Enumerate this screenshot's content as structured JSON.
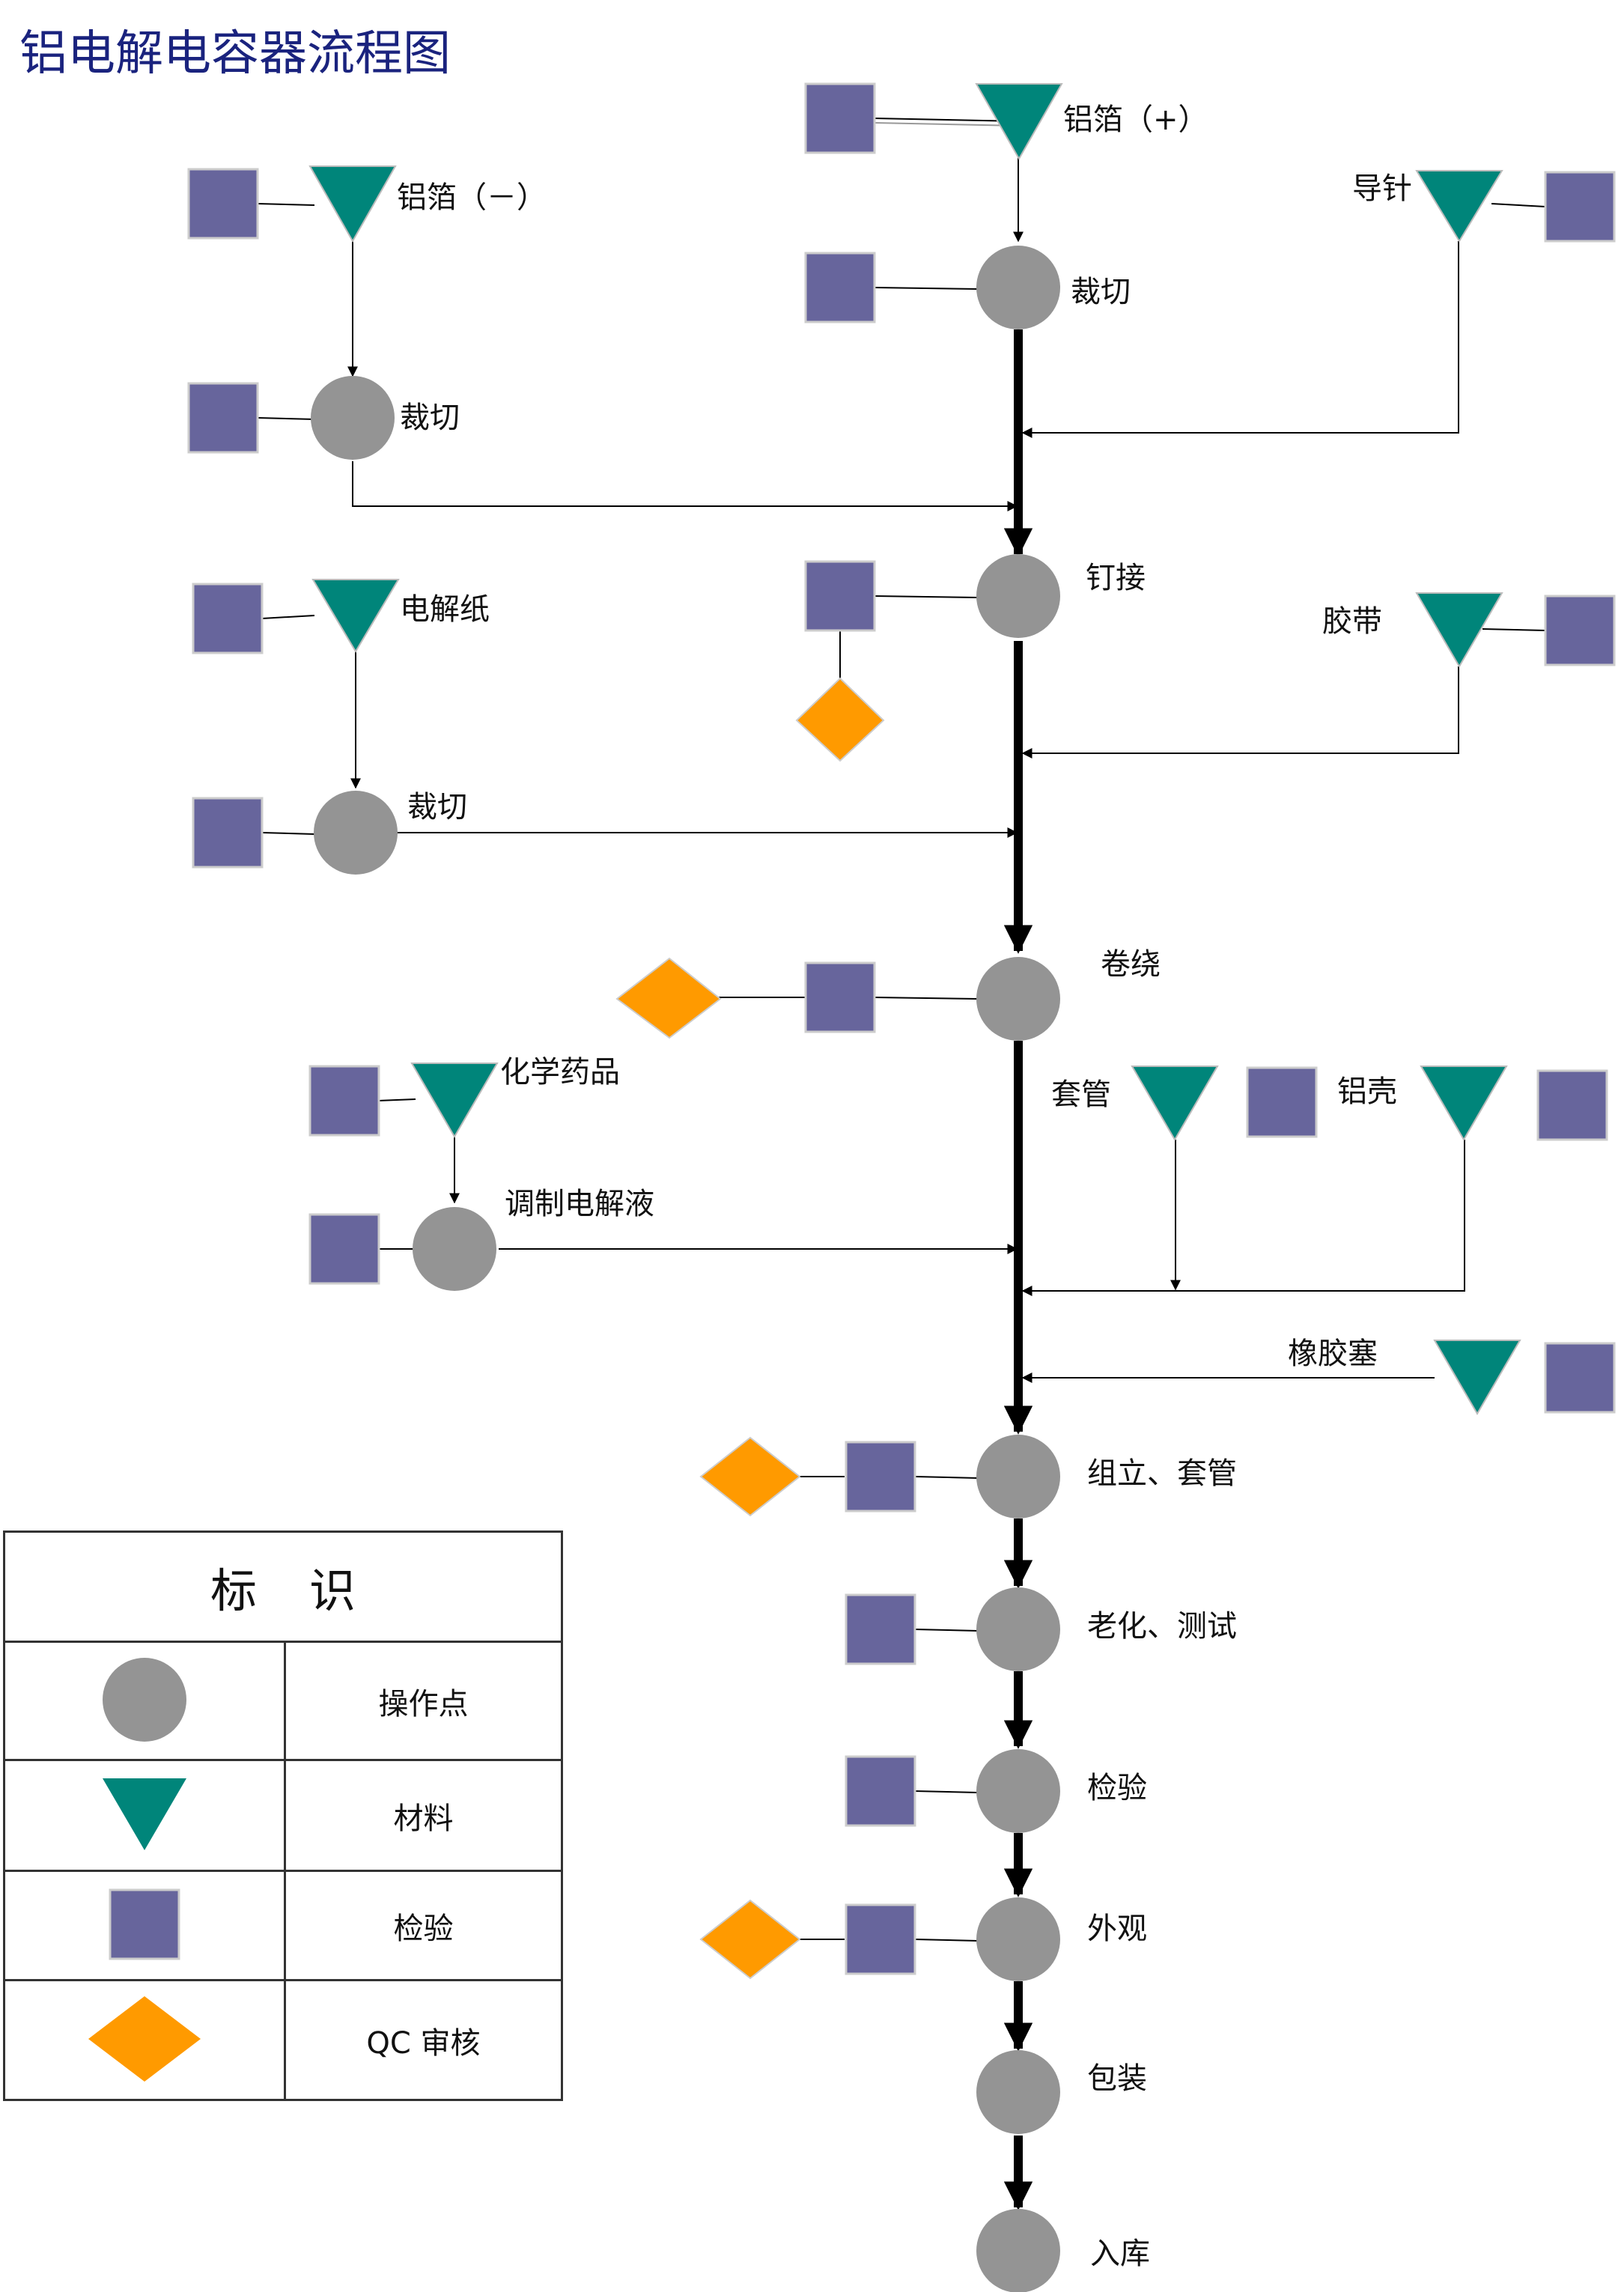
{
  "title": "铝电解电容器流程图",
  "colors": {
    "operation": "#949494",
    "material": "#00857a",
    "inspection": "#67659c",
    "qc": "#ff9a00",
    "main_line": "#000000",
    "title": "#1a237e"
  },
  "labels": {
    "al_foil_pos": "铝箔（+）",
    "al_foil_neg": "铝箔（－）",
    "lead_pin": "导针",
    "cut_pos": "裁切",
    "cut_neg": "裁切",
    "nail_join": "钉接",
    "tape": "胶带",
    "electrolytic_paper": "电解纸",
    "cut_paper": "裁切",
    "winding": "卷绕",
    "chemicals": "化学药品",
    "prepare_electrolyte": "调制电解液",
    "sleeve": "套管",
    "al_case": "铝壳",
    "rubber_plug": "橡胶塞",
    "assembly": "组立、套管",
    "aging_test": "老化、测试",
    "inspection": "检验",
    "appearance": "外观",
    "packaging": "包装",
    "warehousing": "入库"
  },
  "legend": {
    "header": "标识",
    "items": [
      {
        "symbol": "circle",
        "label": "操作点"
      },
      {
        "symbol": "triangle",
        "label": "材料"
      },
      {
        "symbol": "square",
        "label": "检验"
      },
      {
        "symbol": "diamond",
        "label": "QC 审核"
      }
    ]
  }
}
